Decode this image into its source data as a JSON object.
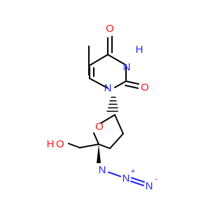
{
  "atoms": {
    "o_top": "O",
    "nh": "H",
    "nh_n": "N",
    "o_right": "O",
    "n_ring": "N",
    "o_sugar": "O",
    "o_hydroxyl": "O",
    "h_hydroxyl": "H",
    "n_azide_1": "N",
    "n_azide_2": "N",
    "n_azide_3": "N",
    "charge_plus": "+",
    "charge_minus": "-"
  },
  "colors": {
    "carbon": "#000000",
    "nitrogen": "#1f23ff",
    "oxygen": "#ff1111"
  }
}
